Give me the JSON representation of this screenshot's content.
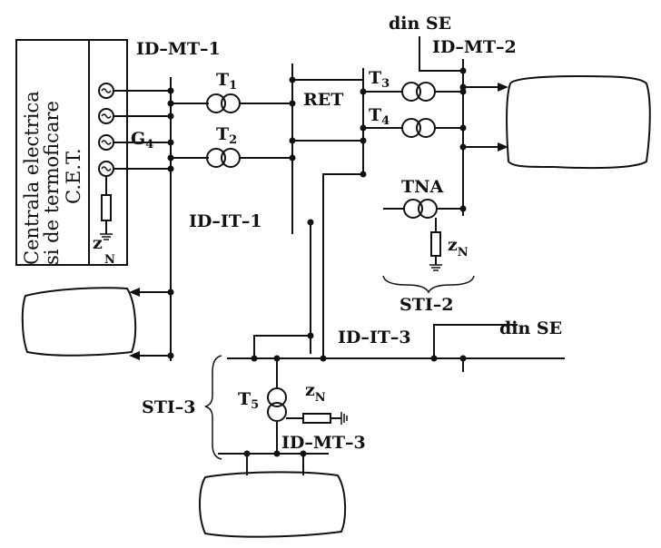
{
  "labels": {
    "cet_line1": "Centrala electrica",
    "cet_line2": "si de termoficare",
    "cet_line3": "C.E.T.",
    "id_mt_1": "ID–MT–1",
    "t1": "T",
    "t1_sub": "1",
    "t2": "T",
    "t2_sub": "2",
    "g4": "G",
    "g4_sub": "4",
    "ret": "RET",
    "t3": "T",
    "t3_sub": "3",
    "t4": "T",
    "t4_sub": "4",
    "din_se_top": "din SE",
    "id_mt_2": "ID–MT–2",
    "tna": "TNA",
    "zn_tna": "z",
    "zn_tna_sub": "N",
    "zn_cet": "z",
    "zn_cet_sub": "N",
    "id_it_1": "ID–IT–1",
    "sti_2": "STI–2",
    "id_it_3": "ID–IT–3",
    "din_se_bottom": "din SE",
    "sti_3": "STI–3",
    "t5": "T",
    "t5_sub": "5",
    "zn_t5": "z",
    "zn_t5_sub": "N",
    "id_mt_3": "ID–MT–3"
  }
}
